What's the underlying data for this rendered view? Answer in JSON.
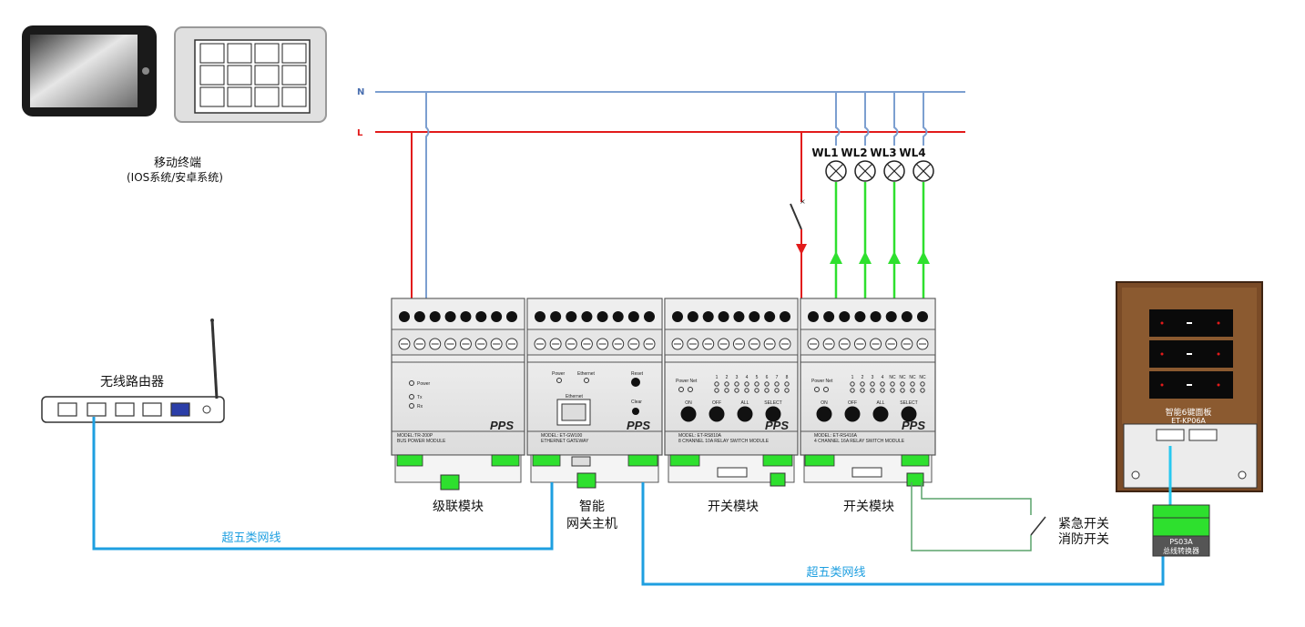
{
  "labels": {
    "mobile_line1": "移动终端",
    "mobile_line2": "(IOS系统/安卓系统)",
    "router": "无线路由器",
    "cascade": "级联模块",
    "gateway_line1": "智能",
    "gateway_line2": "网关主机",
    "switch1": "开关模块",
    "switch2": "开关模块",
    "emergency_line1": "紧急开关",
    "emergency_line2": "消防开关",
    "cable1": "超五类网线",
    "cable2": "超五类网线",
    "panel_name": "智能6键面板",
    "panel_model": "ET-KP06A",
    "converter_line1": "PS03A",
    "converter_line2": "总线转换器"
  },
  "power": {
    "neutral": "N",
    "live": "L"
  },
  "lamps": [
    "WL1",
    "WL2",
    "WL3",
    "WL4"
  ],
  "modules": {
    "cascade": {
      "model": "MODEL:TR-200P",
      "sub": "BUS POWER MODULE",
      "leds": [
        "Power",
        "Tx",
        "Rx"
      ],
      "brand": "PPS"
    },
    "gateway": {
      "model": "MODEL: ET-GW100",
      "sub": "ETHERNET GATEWAY",
      "leds": [
        "Power",
        "Ethernet"
      ],
      "port_label": "Ethernet",
      "reset": "Reset",
      "clear": "Clear",
      "brand": "PPS"
    },
    "switch1": {
      "model": "MODEL: ET-RS810A",
      "sub": "8 CHANNEL 10A RELAY SWITCH MODULE",
      "power_net": "Power Net",
      "channels": [
        "1",
        "2",
        "3",
        "4",
        "5",
        "6",
        "7",
        "8"
      ],
      "buttons": [
        "ON",
        "OFF",
        "ALL",
        "SELECT"
      ],
      "brand": "PPS"
    },
    "switch2": {
      "model": "MODEL: ET-RS416A",
      "sub": "4 CHANNEL 16A RELAY SWITCH MODULE",
      "power_net": "Power Net",
      "channels": [
        "1",
        "2",
        "3",
        "4",
        "NC",
        "NC",
        "NC",
        "NC"
      ],
      "buttons": [
        "ON",
        "OFF",
        "ALL",
        "SELECT"
      ],
      "brand": "PPS"
    }
  },
  "colors": {
    "neutral": "#7c9fd0",
    "live": "#e21a1a",
    "control": "#2ee02e",
    "cable": "#1e9fe0",
    "emergency": "#5aa36b"
  }
}
